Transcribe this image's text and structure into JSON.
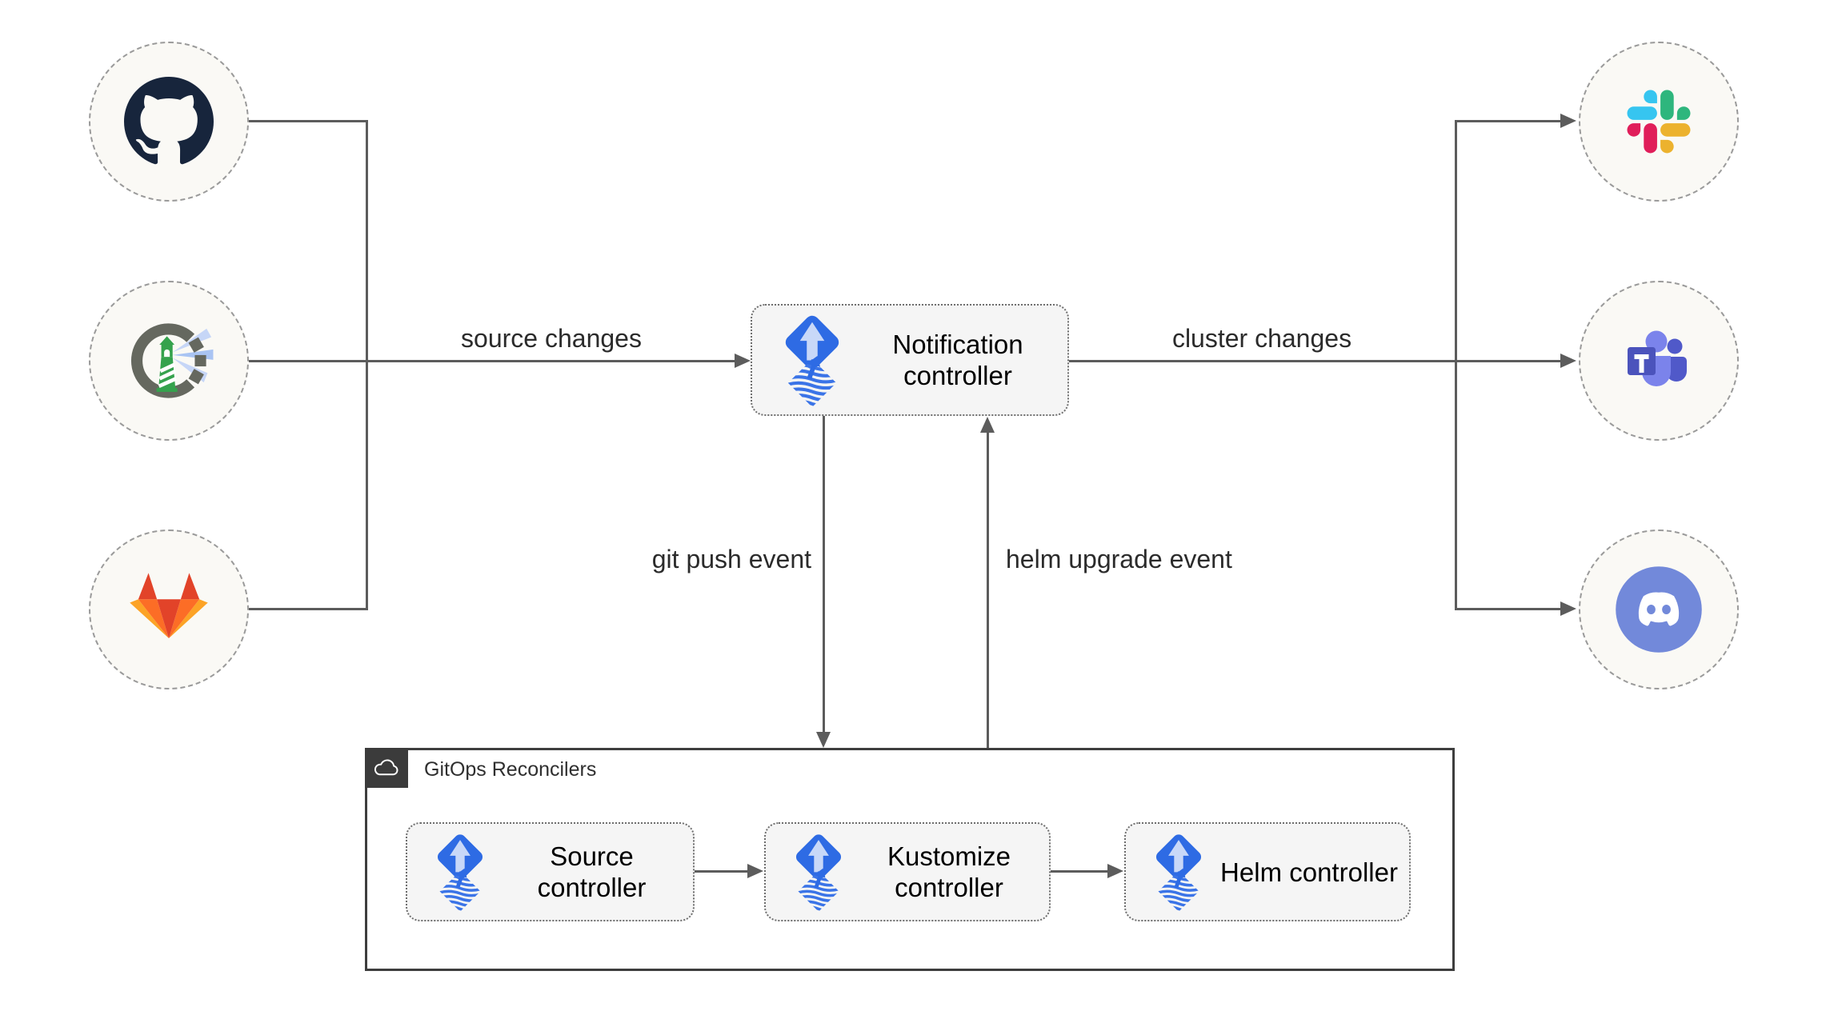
{
  "diagram": {
    "type": "flux-notification-architecture",
    "container": {
      "title": "GitOps Reconcilers"
    },
    "nodes": {
      "notification": {
        "label": "Notification controller"
      },
      "source": {
        "label": "Source controller"
      },
      "kustomize": {
        "label": "Kustomize controller"
      },
      "helm": {
        "label": "Helm controller"
      }
    },
    "edges": {
      "source_changes": {
        "label": "source changes"
      },
      "cluster_changes": {
        "label": "cluster changes"
      },
      "git_push": {
        "label": "git push event"
      },
      "helm_upgrade": {
        "label": "helm upgrade event"
      }
    },
    "endpoint_icons": {
      "sources": [
        "github-icon",
        "harbor-icon",
        "gitlab-icon"
      ],
      "notifiers": [
        "slack-icon",
        "microsoft-teams-icon",
        "discord-icon"
      ],
      "controller_icon": "flux-icon",
      "container_icon": "cloud-icon"
    },
    "colors": {
      "background": "#FFFFFF",
      "edge_gray": "#5C5C5C",
      "node_fill": "#F5F5F5",
      "circle_fill": "#FAF9F5",
      "circle_border": "#9A9A9A",
      "container_border": "#3E3E3E",
      "badge_bg": "#3B3B3B",
      "flux_blue": "#2E6BE4",
      "flux_arrow_light": "#C8D8F8",
      "github": "#17253C",
      "harbor_green": "#35A24D",
      "harbor_gray": "#65685F",
      "harbor_beam": "#B5CBF5",
      "gitlab_red": "#E24329",
      "gitlab_orange": "#FC6D26",
      "gitlab_yellow": "#FCA326",
      "slack_blue": "#36C5F0",
      "slack_green": "#2EB67D",
      "slack_yellow": "#ECB22E",
      "slack_red": "#E01E5A",
      "teams_dark": "#4B53BC",
      "teams_mid": "#7B83EB",
      "teams_back": "#5059C9",
      "discord_blurple": "#7289DA"
    }
  }
}
